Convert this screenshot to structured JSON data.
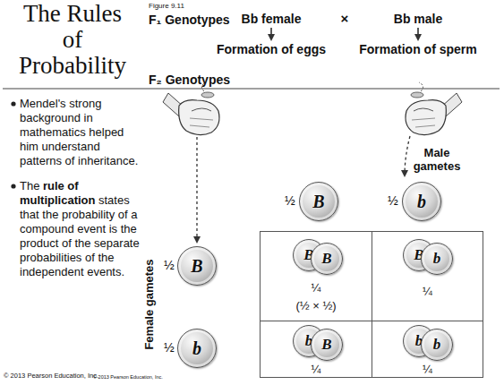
{
  "diagram": {
    "title": "The Rules of Probability",
    "nodes": [
      {
        "text": [
          "B"
        ]
      },
      {
        "text": [
          "b"
        ]
      },
      {
        "text": [
          "B"
        ]
      },
      {
        "text": [
          "¼",
          "(½ × ½)"
        ]
      },
      {
        "text": [
          "B"
        ],
        "in": 3
      },
      {
        "text": [
          "B"
        ],
        "in": 3
      },
      {
        "text": [
          "¼"
        ]
      },
      {
        "text": [
          "B"
        ],
        "in": 6
      },
      {
        "text": [
          "b"
        ],
        "in": 6
      },
      {
        "text": [
          "b"
        ]
      },
      {
        "text": [
          "¼"
        ]
      },
      {
        "text": [
          "b"
        ],
        "in": 10
      },
      {
        "text": [
          "B"
        ],
        "in": 10
      },
      {
        "text": [
          "¼"
        ]
      },
      {
        "text": [
          "b"
        ],
        "in": 13
      },
      {
        "text": [
          "b"
        ],
        "in": 13
      }
    ],
    "labels": [
      "Figure 9.11",
      "F₁ Genotypes",
      "Bb female",
      "×",
      "Bb male",
      "Formation of eggs",
      "Formation of sperm",
      "F₂ Genotypes",
      "Mendel's strong background in mathematics helped him understand patterns of inheritance.",
      "The",
      "rule of multiplication",
      "states that the probability of a compound event is the product of the separate probabilities of the independent events.",
      "Male gametes",
      "½",
      "½",
      "½",
      "½",
      "Female gametes",
      "© 2013 Pearson Education, Inc.",
      "© 2013 Pearson Education, Inc."
    ]
  }
}
